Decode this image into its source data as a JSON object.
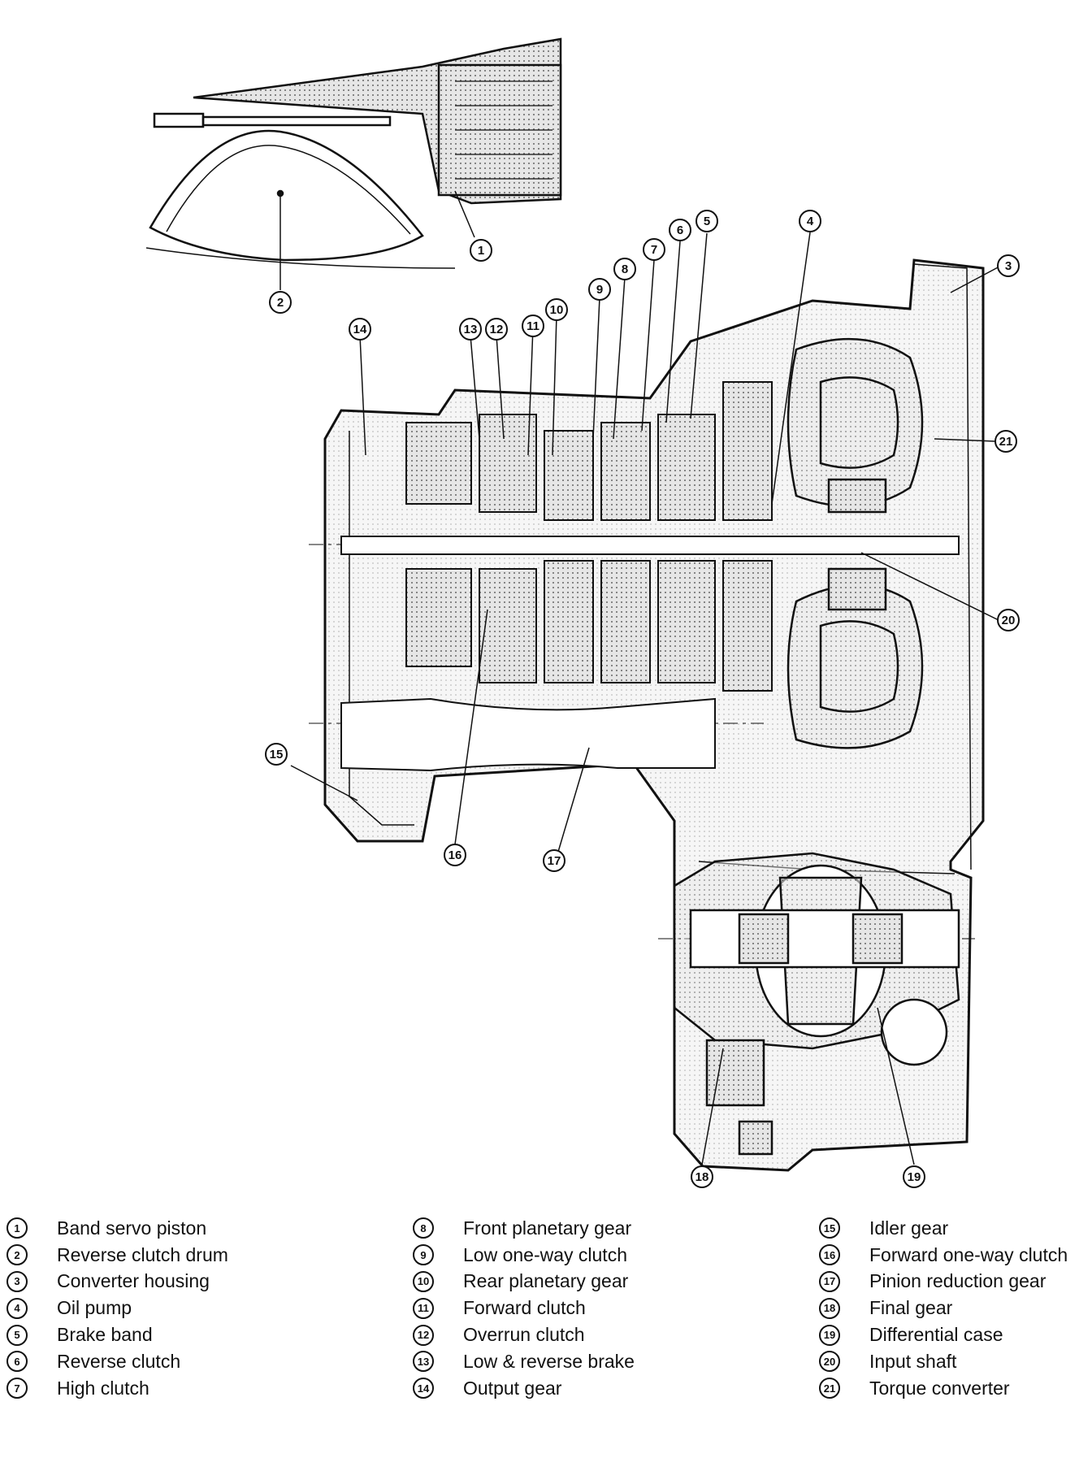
{
  "callouts": [
    "1",
    "2",
    "3",
    "4",
    "5",
    "6",
    "7",
    "8",
    "9",
    "10",
    "11",
    "12",
    "13",
    "14",
    "15",
    "16",
    "17",
    "18",
    "19",
    "20",
    "21"
  ],
  "legend": [
    [
      {
        "num": "1",
        "label": "Band servo piston"
      },
      {
        "num": "2",
        "label": "Reverse clutch drum"
      },
      {
        "num": "3",
        "label": "Converter housing"
      },
      {
        "num": "4",
        "label": "Oil pump"
      },
      {
        "num": "5",
        "label": "Brake band"
      },
      {
        "num": "6",
        "label": "Reverse clutch"
      },
      {
        "num": "7",
        "label": "High clutch"
      }
    ],
    [
      {
        "num": "8",
        "label": "Front planetary gear"
      },
      {
        "num": "9",
        "label": "Low one-way clutch"
      },
      {
        "num": "10",
        "label": "Rear planetary gear"
      },
      {
        "num": "11",
        "label": "Forward clutch"
      },
      {
        "num": "12",
        "label": "Overrun clutch"
      },
      {
        "num": "13",
        "label": "Low & reverse brake"
      },
      {
        "num": "14",
        "label": "Output gear"
      }
    ],
    [
      {
        "num": "15",
        "label": "Idler gear"
      },
      {
        "num": "16",
        "label": "Forward one-way clutch"
      },
      {
        "num": "17",
        "label": "Pinion reduction gear"
      },
      {
        "num": "18",
        "label": "Final gear"
      },
      {
        "num": "19",
        "label": "Differential case"
      },
      {
        "num": "20",
        "label": "Input shaft"
      },
      {
        "num": "21",
        "label": "Torque converter"
      }
    ]
  ],
  "colors": {
    "ink": "#111111",
    "hatch": "#bdbdbd",
    "paper": "#ffffff"
  }
}
